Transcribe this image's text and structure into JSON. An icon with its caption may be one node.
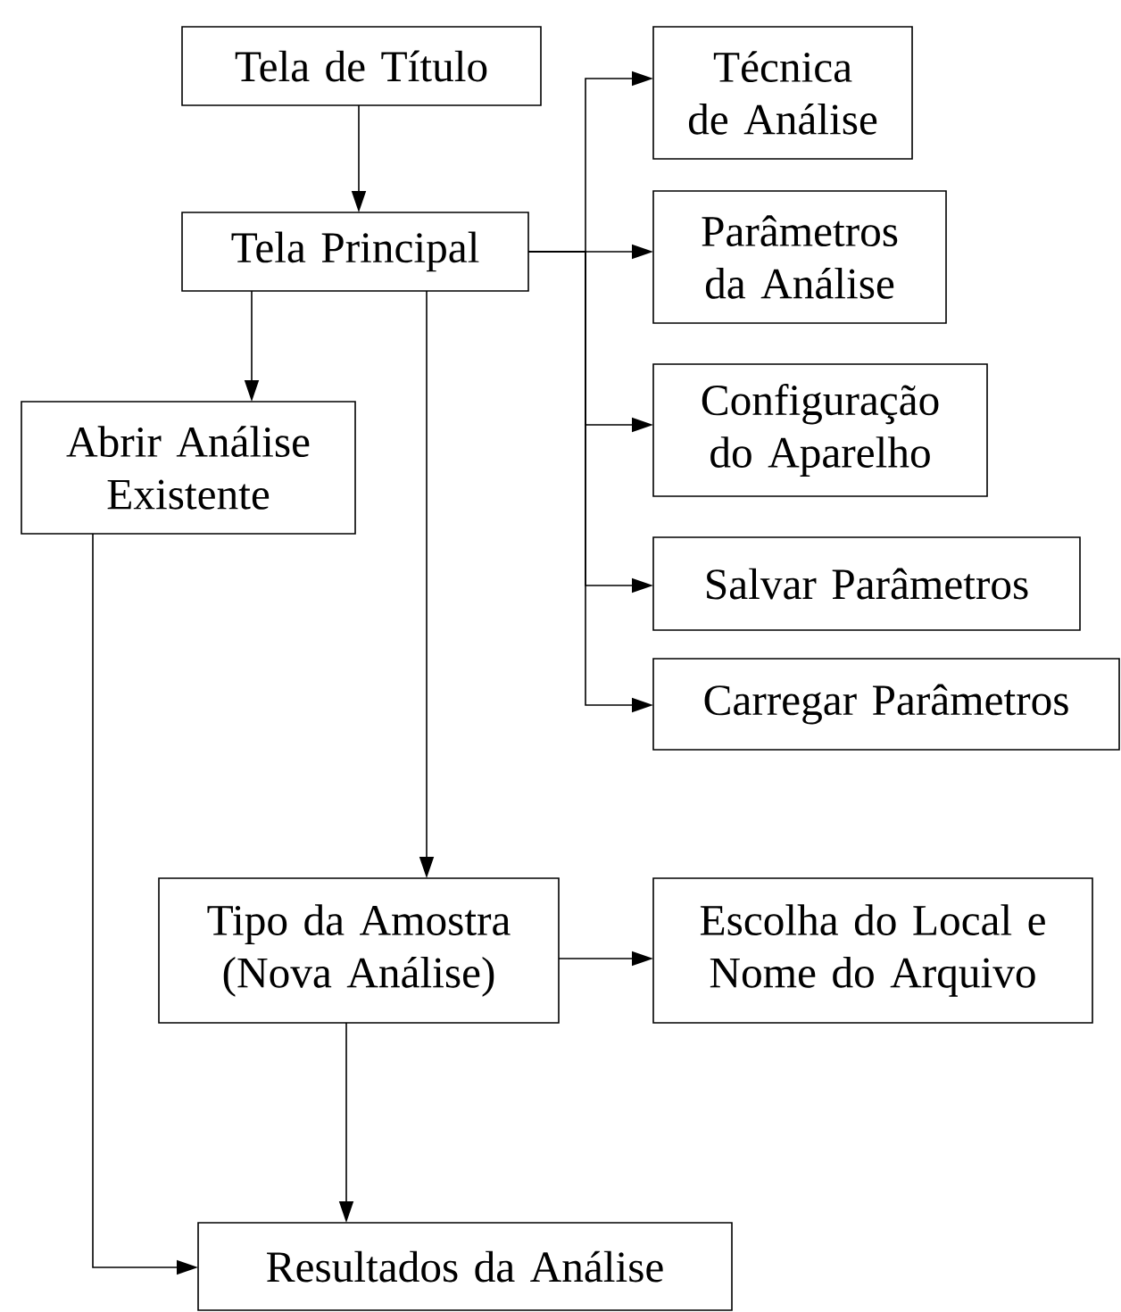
{
  "diagram": {
    "nodes": [
      {
        "text": [
          "Tela de Título"
        ]
      },
      {
        "text": [
          "Tela Principal"
        ]
      },
      {
        "text": [
          "Abrir Análise Existente"
        ]
      },
      {
        "text": [
          "Técnica de Análise"
        ]
      },
      {
        "text": [
          "Parâmetros da Análise"
        ]
      },
      {
        "text": [
          "Configuração do Aparelho"
        ]
      },
      {
        "text": [
          "Salvar Parâmetros"
        ]
      },
      {
        "text": [
          "Carregar Parâmetros"
        ]
      },
      {
        "text": [
          "Tipo da Amostra (Nova Análise)"
        ]
      },
      {
        "text": [
          "Escolha do Local e Nome do Arquivo"
        ]
      },
      {
        "text": [
          "Resultados da Análise"
        ]
      }
    ],
    "edges": [
      {
        "from": 0,
        "to": 1,
        "arrow": "to"
      },
      {
        "from": 1,
        "to": 2,
        "arrow": "to"
      },
      {
        "from": 1,
        "to": 8,
        "arrow": "to"
      },
      {
        "from": 1,
        "to": 3,
        "arrow": "to"
      },
      {
        "from": 1,
        "to": 4,
        "arrow": "to"
      },
      {
        "from": 1,
        "to": 5,
        "arrow": "to"
      },
      {
        "from": 1,
        "to": 6,
        "arrow": "to"
      },
      {
        "from": 1,
        "to": 7,
        "arrow": "to"
      },
      {
        "from": 8,
        "to": 9,
        "arrow": "to"
      },
      {
        "from": 8,
        "to": 10,
        "arrow": "to"
      },
      {
        "from": 2,
        "to": 10,
        "arrow": "to"
      }
    ]
  }
}
